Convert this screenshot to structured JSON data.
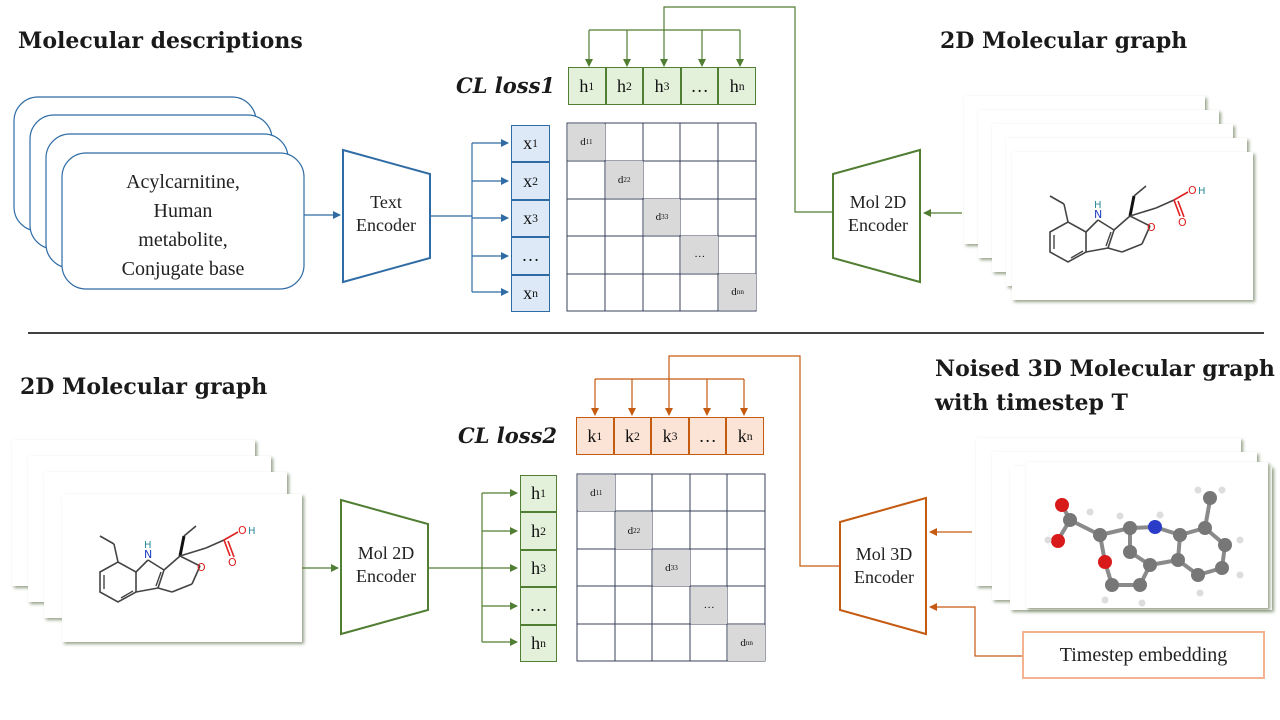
{
  "top": {
    "left_heading": "Molecular descriptions",
    "right_heading": "2D Molecular graph",
    "loss_label": "CL loss1",
    "description_lines": [
      "Acylcarnitine,",
      "Human",
      "metabolite,",
      "Conjugate base"
    ],
    "text_encoder": [
      "Text",
      "Encoder"
    ],
    "mol2d_encoder": [
      "Mol 2D",
      "Encoder"
    ],
    "h_vector": [
      {
        "base": "h",
        "sub": "1"
      },
      {
        "base": "h",
        "sub": "2"
      },
      {
        "base": "h",
        "sub": "3"
      },
      {
        "base": "…",
        "sub": ""
      },
      {
        "base": "h",
        "sub": "n"
      }
    ],
    "x_vector": [
      {
        "base": "x",
        "sub": "1"
      },
      {
        "base": "x",
        "sub": "2"
      },
      {
        "base": "x",
        "sub": "3"
      },
      {
        "base": "…",
        "sub": ""
      },
      {
        "base": "x",
        "sub": "n"
      }
    ],
    "diagonal": [
      {
        "base": "d",
        "sub": "11"
      },
      {
        "base": "d",
        "sub": "22"
      },
      {
        "base": "d",
        "sub": "33"
      },
      {
        "base": "…",
        "sub": ""
      },
      {
        "base": "d",
        "sub": "nn"
      }
    ]
  },
  "bottom": {
    "left_heading": "2D Molecular graph",
    "right_heading_lines": [
      "Noised 3D Molecular graph",
      "with timestep T"
    ],
    "loss_label": "CL loss2",
    "mol2d_encoder": [
      "Mol 2D",
      "Encoder"
    ],
    "mol3d_encoder": [
      "Mol 3D",
      "Encoder"
    ],
    "timestep_label": "Timestep embedding",
    "k_vector": [
      {
        "base": "k",
        "sub": "1"
      },
      {
        "base": "k",
        "sub": "2"
      },
      {
        "base": "k",
        "sub": "3"
      },
      {
        "base": "…",
        "sub": ""
      },
      {
        "base": "k",
        "sub": "n"
      }
    ],
    "h_vector": [
      {
        "base": "h",
        "sub": "1"
      },
      {
        "base": "h",
        "sub": "2"
      },
      {
        "base": "h",
        "sub": "3"
      },
      {
        "base": "…",
        "sub": ""
      },
      {
        "base": "h",
        "sub": "n"
      }
    ],
    "diagonal": [
      {
        "base": "d",
        "sub": "11"
      },
      {
        "base": "d",
        "sub": "22"
      },
      {
        "base": "d",
        "sub": "33"
      },
      {
        "base": "…",
        "sub": ""
      },
      {
        "base": "d",
        "sub": "nn"
      }
    ]
  },
  "molecule_atom_labels": {
    "nitrogen": "N",
    "hydrogen": "H",
    "oxygen": "O",
    "hydroxyl_h": "H"
  },
  "colors": {
    "blue": "#2f6ca5",
    "blue_fill": "#dde9f6",
    "green": "#507e32",
    "green_fill": "#e3f0da",
    "orange": "#c55a11",
    "orange_fill": "#fbe3d6",
    "diag_fill": "#d9d9d9",
    "divider": "#000000"
  }
}
